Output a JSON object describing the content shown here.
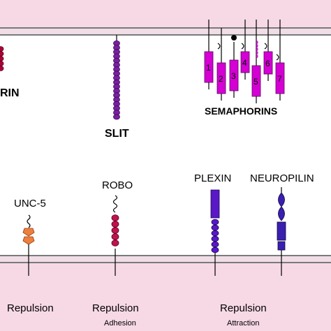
{
  "colors": {
    "membrane_fill": "#f7d9e6",
    "membrane_line": "#7a7a7a",
    "netrin": "#b0003a",
    "slit": "#7a1fa2",
    "semaphorin": "#d400d4",
    "unc5": "#f07f3c",
    "robo": "#c0134e",
    "plexin": "#5a17c8",
    "neuropilin": "#3a1fb0"
  },
  "labels": {
    "netrin": "RIN",
    "slit": "SLIT",
    "semaphorins": "SEMAPHORINS",
    "unc5": "UNC-5",
    "robo": "ROBO",
    "plexin": "PLEXIN",
    "neuropilin": "NEUROPILIN"
  },
  "semaphorin_classes": [
    "1",
    "2",
    "3",
    "4",
    "5",
    "6",
    "7"
  ],
  "functions": [
    {
      "main": "Repulsion",
      "sub": ""
    },
    {
      "main": "Repulsion",
      "sub": "Adhesion"
    },
    {
      "main": "Repulsion",
      "sub": "Attraction"
    }
  ]
}
